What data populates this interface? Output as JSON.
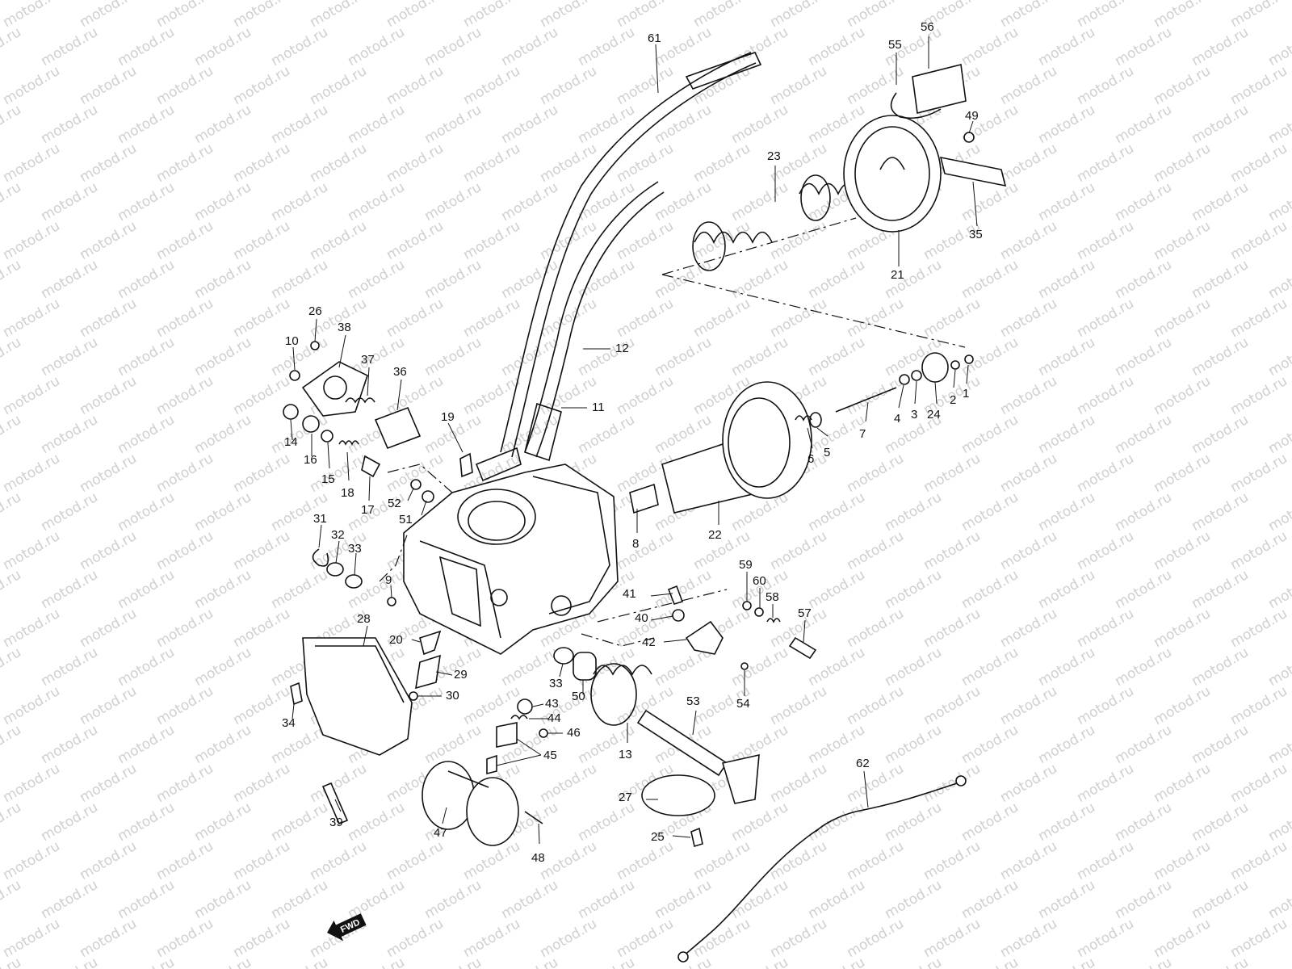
{
  "watermark": {
    "text": "motod.ru"
  },
  "callouts": [
    {
      "id": "61",
      "label": "61"
    },
    {
      "id": "56",
      "label": "56"
    },
    {
      "id": "55",
      "label": "55"
    },
    {
      "id": "49",
      "label": "49"
    },
    {
      "id": "23",
      "label": "23"
    },
    {
      "id": "35",
      "label": "35"
    },
    {
      "id": "21",
      "label": "21"
    },
    {
      "id": "26",
      "label": "26"
    },
    {
      "id": "38",
      "label": "38"
    },
    {
      "id": "10",
      "label": "10"
    },
    {
      "id": "37",
      "label": "37"
    },
    {
      "id": "36",
      "label": "36"
    },
    {
      "id": "12",
      "label": "12"
    },
    {
      "id": "11",
      "label": "11"
    },
    {
      "id": "14",
      "label": "14"
    },
    {
      "id": "16",
      "label": "16"
    },
    {
      "id": "15",
      "label": "15"
    },
    {
      "id": "18",
      "label": "18"
    },
    {
      "id": "17",
      "label": "17"
    },
    {
      "id": "19",
      "label": "19"
    },
    {
      "id": "52",
      "label": "52"
    },
    {
      "id": "51",
      "label": "51"
    },
    {
      "id": "31",
      "label": "31"
    },
    {
      "id": "32",
      "label": "32"
    },
    {
      "id": "33a",
      "label": "33"
    },
    {
      "id": "9",
      "label": "9"
    },
    {
      "id": "1",
      "label": "1"
    },
    {
      "id": "2",
      "label": "2"
    },
    {
      "id": "24",
      "label": "24"
    },
    {
      "id": "3",
      "label": "3"
    },
    {
      "id": "4",
      "label": "4"
    },
    {
      "id": "7",
      "label": "7"
    },
    {
      "id": "5",
      "label": "5"
    },
    {
      "id": "6",
      "label": "6"
    },
    {
      "id": "8",
      "label": "8"
    },
    {
      "id": "22",
      "label": "22"
    },
    {
      "id": "59",
      "label": "59"
    },
    {
      "id": "60",
      "label": "60"
    },
    {
      "id": "58",
      "label": "58"
    },
    {
      "id": "57",
      "label": "57"
    },
    {
      "id": "41",
      "label": "41"
    },
    {
      "id": "40",
      "label": "40"
    },
    {
      "id": "42",
      "label": "42"
    },
    {
      "id": "54",
      "label": "54"
    },
    {
      "id": "28",
      "label": "28"
    },
    {
      "id": "20",
      "label": "20"
    },
    {
      "id": "29",
      "label": "29"
    },
    {
      "id": "30",
      "label": "30"
    },
    {
      "id": "34",
      "label": "34"
    },
    {
      "id": "33b",
      "label": "33"
    },
    {
      "id": "50",
      "label": "50"
    },
    {
      "id": "43",
      "label": "43"
    },
    {
      "id": "44",
      "label": "44"
    },
    {
      "id": "46",
      "label": "46"
    },
    {
      "id": "45",
      "label": "45"
    },
    {
      "id": "13",
      "label": "13"
    },
    {
      "id": "53",
      "label": "53"
    },
    {
      "id": "39",
      "label": "39"
    },
    {
      "id": "47",
      "label": "47"
    },
    {
      "id": "48",
      "label": "48"
    },
    {
      "id": "62",
      "label": "62"
    },
    {
      "id": "27",
      "label": "27"
    },
    {
      "id": "25",
      "label": "25"
    }
  ],
  "fwd_arrow": {
    "label": "FWD"
  }
}
